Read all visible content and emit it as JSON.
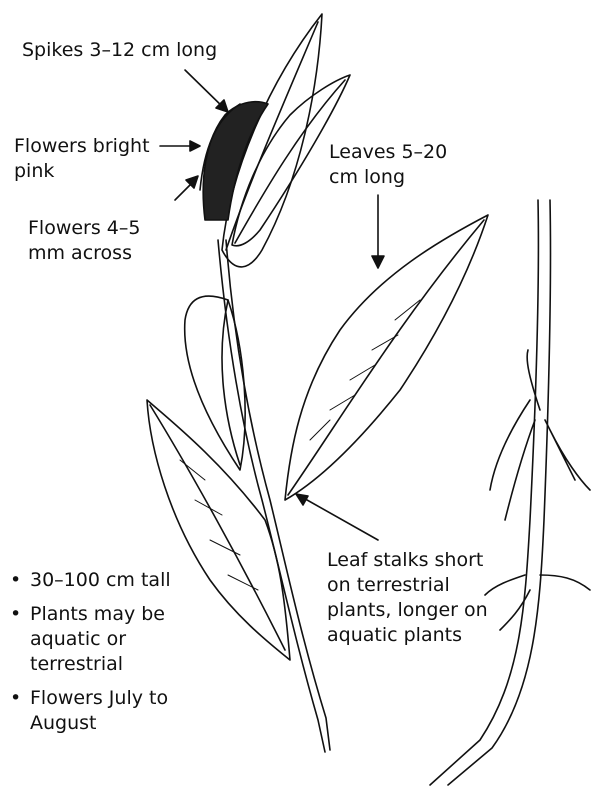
{
  "labels": {
    "spikes": "Spikes 3–12 cm long",
    "flowers_pink": [
      "Flowers bright",
      "pink"
    ],
    "flowers_size": [
      "Flowers 4–5",
      "mm across"
    ],
    "leaves": [
      "Leaves 5–20",
      "cm long"
    ],
    "leaf_stalks": [
      "Leaf stalks short",
      "on terrestrial",
      "plants, longer on",
      "aquatic plants"
    ]
  },
  "bullets": [
    {
      "lines": [
        "30–100 cm tall"
      ]
    },
    {
      "lines": [
        "Plants may be",
        "aquatic or",
        "terrestrial"
      ]
    },
    {
      "lines": [
        "Flowers July to",
        "August"
      ]
    }
  ],
  "bullet_symbol": "•",
  "colors": {
    "ink": "#111111",
    "paper": "#ffffff"
  }
}
